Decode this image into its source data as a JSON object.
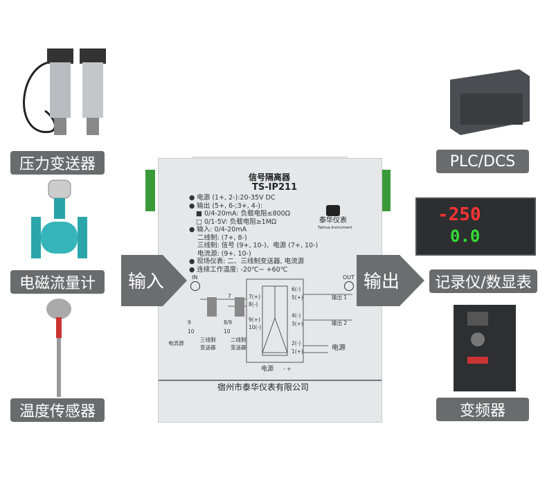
{
  "inputs": [
    {
      "label": "压力变送器"
    },
    {
      "label": "电磁流量计"
    },
    {
      "label": "温度传感器"
    }
  ],
  "outputs": [
    {
      "label": "PLC/DCS"
    },
    {
      "label": "记录仪/数显表"
    },
    {
      "label": "变频器"
    }
  ],
  "arrows": {
    "input": "输入",
    "output": "输出"
  },
  "device": {
    "title": "信号隔离器",
    "model": "TS-IP211",
    "brand": "泰华仪表",
    "brand_en": "Taihua Instrument",
    "specs": [
      "● 电源 (1+, 2-):20-35V  DC",
      "● 输出 (5+, 6-;3+, 4-):",
      "■ 0/4-20mA: 负载电阻≤800Ω",
      "□ 0/1-5V:   负载电阻≥1MΩ",
      "● 输入: 0/4-20mA",
      "二线制: (7+, 8-)",
      "三线制: 信号 (9+, 10-)、电源 (7+, 10-)",
      "电流源: (9+, 10-)",
      "● 现场仪表: 二、三线制变送器, 电流源",
      "● 连续工作温度: -20℃~ +60℃"
    ],
    "in_label": "IN",
    "out_label": "OUT",
    "diagram": {
      "left_terms": [
        "7(+)",
        "8(-)",
        "9(+)",
        "10(-)"
      ],
      "right_terms": [
        "6(-)",
        "5(+)",
        "4(-)",
        "3(+)",
        "2(-)",
        "1(+)"
      ],
      "out1": "输出 1",
      "out2": "输出 2",
      "power": "电源",
      "power_bottom": "电源",
      "pm": "- +",
      "src_labels": [
        "电流源",
        "三线制\n变送器",
        "二线制\n变送器"
      ],
      "src_a": "电流源",
      "src_b1": "三线制",
      "src_b2": "变送器",
      "src_c1": "二线制",
      "src_c2": "变送器",
      "t7": "7",
      "t89": "8/9",
      "t9": "9",
      "t10a": "10",
      "t10b": "10"
    },
    "company": "宿州市泰华仪表有限公司"
  },
  "displays": {
    "pv": "-250",
    "sv": "0.0"
  }
}
